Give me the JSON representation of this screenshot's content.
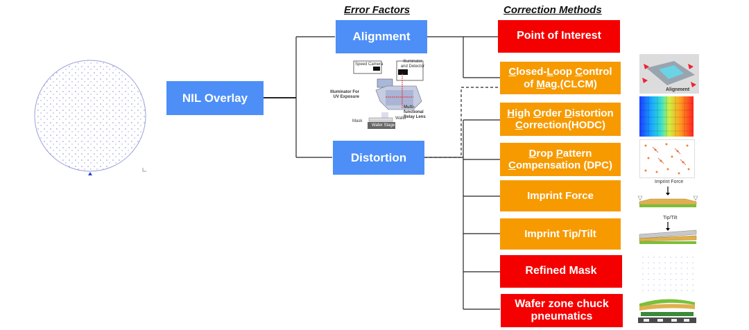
{
  "headers": {
    "error_factors": "Error Factors",
    "correction_methods": "Correction Methods"
  },
  "root": "NIL Overlay",
  "factors": {
    "alignment": "Alignment",
    "distortion": "Distortion"
  },
  "methods": [
    {
      "lines": [
        "Point of Interest"
      ],
      "color": "red"
    },
    {
      "parts": [
        [
          [
            "C",
            true
          ],
          [
            "losed-",
            false
          ],
          [
            "L",
            true
          ],
          [
            "oop ",
            false
          ],
          [
            "C",
            true
          ],
          [
            "ontrol",
            false
          ]
        ],
        [
          [
            "of ",
            false
          ],
          [
            "M",
            true
          ],
          [
            "ag.(CLCM)",
            false
          ]
        ]
      ],
      "color": "orange"
    },
    {
      "parts": [
        [
          [
            "H",
            true
          ],
          [
            "igh ",
            false
          ],
          [
            "O",
            true
          ],
          [
            "rder ",
            false
          ],
          [
            "D",
            true
          ],
          [
            "istortion",
            false
          ]
        ],
        [
          [
            "C",
            true
          ],
          [
            "orrection(HODC)",
            false
          ]
        ]
      ],
      "color": "orange"
    },
    {
      "parts": [
        [
          [
            "D",
            true
          ],
          [
            "rop ",
            false
          ],
          [
            "P",
            true
          ],
          [
            "attern",
            false
          ]
        ],
        [
          [
            "C",
            true
          ],
          [
            "ompensation (DPC)",
            false
          ]
        ]
      ],
      "color": "orange"
    },
    {
      "lines": [
        "Imprint Force"
      ],
      "color": "orange"
    },
    {
      "lines": [
        "Imprint Tip/Tilt"
      ],
      "color": "orange"
    },
    {
      "lines": [
        "Refined Mask"
      ],
      "color": "red"
    },
    {
      "lines": [
        "Wafer zone chuck",
        "pneumatics"
      ],
      "color": "red"
    }
  ],
  "apparatus_labels": {
    "speed_camera": "Speed Camera",
    "illuminator_detector": "Illuminator and Detector",
    "illuminator_uv": "Illuminator For UV Exposure",
    "relay_lens": "Multi-functional Relay Lens",
    "wafer": "Wafer",
    "mask": "Mask",
    "wafer_stage": "Wafer Stage"
  },
  "thumb_labels": {
    "alignment": "Alignment",
    "imprint_force": "Imprint Force",
    "tip_tilt": "Tip/Tilt"
  },
  "colors": {
    "blue": "#4d8ff7",
    "red": "#f50000",
    "orange": "#f79a00"
  }
}
